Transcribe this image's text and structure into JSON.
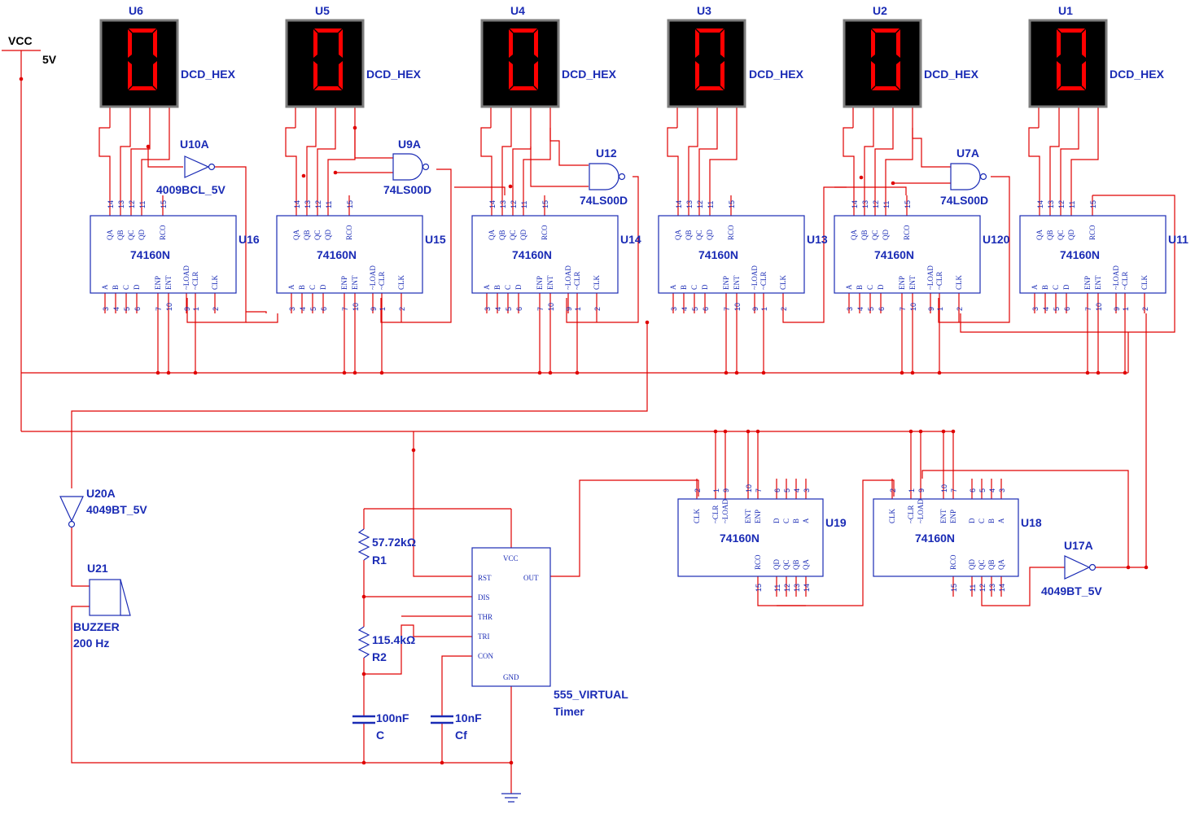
{
  "power": {
    "label": "VCC",
    "voltage": "5V"
  },
  "displays": [
    {
      "ref": "U6",
      "type": "DCD_HEX",
      "digit": "0"
    },
    {
      "ref": "U5",
      "type": "DCD_HEX",
      "digit": "0"
    },
    {
      "ref": "U4",
      "type": "DCD_HEX",
      "digit": "0"
    },
    {
      "ref": "U3",
      "type": "DCD_HEX",
      "digit": "0"
    },
    {
      "ref": "U2",
      "type": "DCD_HEX",
      "digit": "0"
    },
    {
      "ref": "U1",
      "type": "DCD_HEX",
      "digit": "0"
    }
  ],
  "counters_top": [
    {
      "ref": "U16",
      "part": "74160N"
    },
    {
      "ref": "U15",
      "part": "74160N"
    },
    {
      "ref": "U14",
      "part": "74160N"
    },
    {
      "ref": "U13",
      "part": "74160N"
    },
    {
      "ref": "U120",
      "part": "74160N"
    },
    {
      "ref": "U11",
      "part": "74160N"
    }
  ],
  "counters_bottom": [
    {
      "ref": "U19",
      "part": "74160N"
    },
    {
      "ref": "U18",
      "part": "74160N"
    }
  ],
  "counter_pins": {
    "top_numbers": [
      "14",
      "13",
      "12",
      "11",
      "15"
    ],
    "top_names": [
      "QA",
      "QB",
      "QC",
      "QD",
      "RCO"
    ],
    "bottom_numbers": [
      "3",
      "4",
      "5",
      "6",
      "7",
      "10",
      "9",
      "1",
      "2"
    ],
    "bottom_names": [
      "A",
      "B",
      "C",
      "D",
      "ENP",
      "ENT",
      "~LOAD",
      "~CLR",
      "CLK"
    ]
  },
  "gates": [
    {
      "ref": "U10A",
      "part": "4009BCL_5V"
    },
    {
      "ref": "U9A",
      "part": "74LS00D"
    },
    {
      "ref": "U12",
      "part": "74LS00D"
    },
    {
      "ref": "U7A",
      "part": "74LS00D"
    },
    {
      "ref": "U20A",
      "part": "4049BT_5V"
    },
    {
      "ref": "U17A",
      "part": "4049BT_5V"
    }
  ],
  "buzzer": {
    "ref": "U21",
    "type": "BUZZER",
    "freq": "200 Hz"
  },
  "timer": {
    "part": "555_VIRTUAL",
    "label": "Timer",
    "pins": {
      "vcc": "VCC",
      "rst": "RST",
      "dis": "DIS",
      "thr": "THR",
      "tri": "TRI",
      "con": "CON",
      "gnd": "GND",
      "out": "OUT"
    }
  },
  "passives": {
    "r1": {
      "ref": "R1",
      "value": "57.72kΩ"
    },
    "r2": {
      "ref": "R2",
      "value": "115.4kΩ"
    },
    "c": {
      "ref": "C",
      "value": "100nF"
    },
    "cf": {
      "ref": "Cf",
      "value": "10nF"
    }
  },
  "colors": {
    "wire": "#e00000",
    "component": "#1a2bb5",
    "segment": "#ff0000",
    "display_bg": "#000000"
  }
}
